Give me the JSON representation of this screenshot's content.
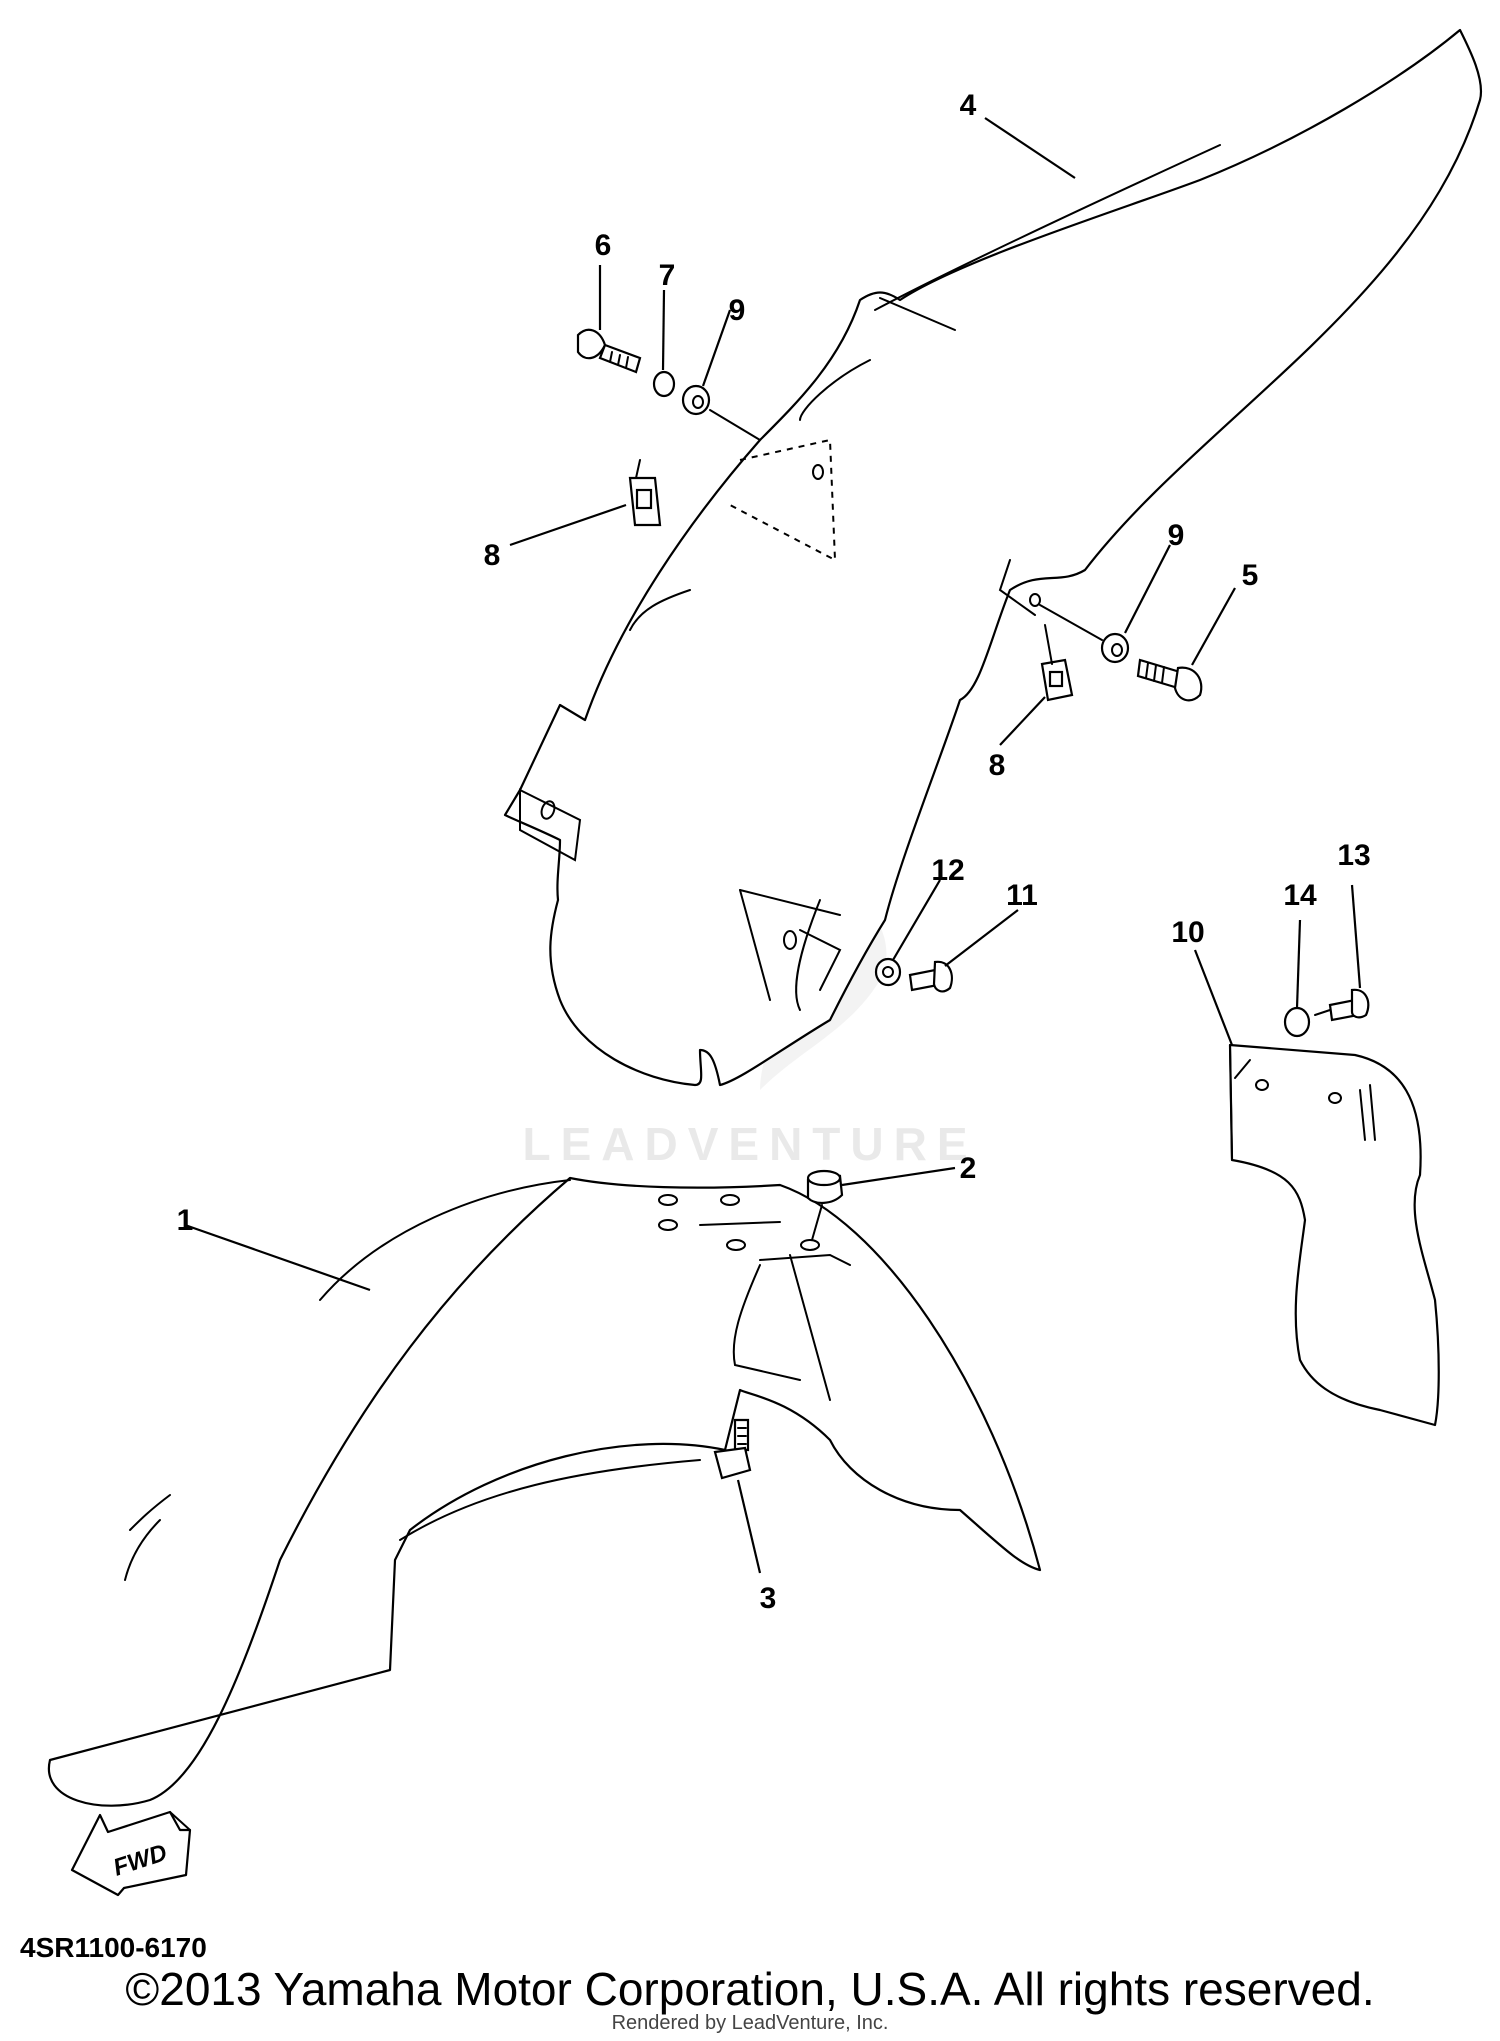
{
  "watermark": {
    "text": "LEADVENTURE"
  },
  "callouts": [
    "1",
    "2",
    "3",
    "4",
    "5",
    "6",
    "7",
    "8",
    "9",
    "10",
    "11",
    "12",
    "13",
    "14"
  ],
  "fwd_label": "FWD",
  "reference_code": "4SR1100-6170",
  "copyright": "©2013 Yamaha Motor Corporation, U.S.A. All rights reserved.",
  "rendered_by": "Rendered by LeadVenture, Inc."
}
